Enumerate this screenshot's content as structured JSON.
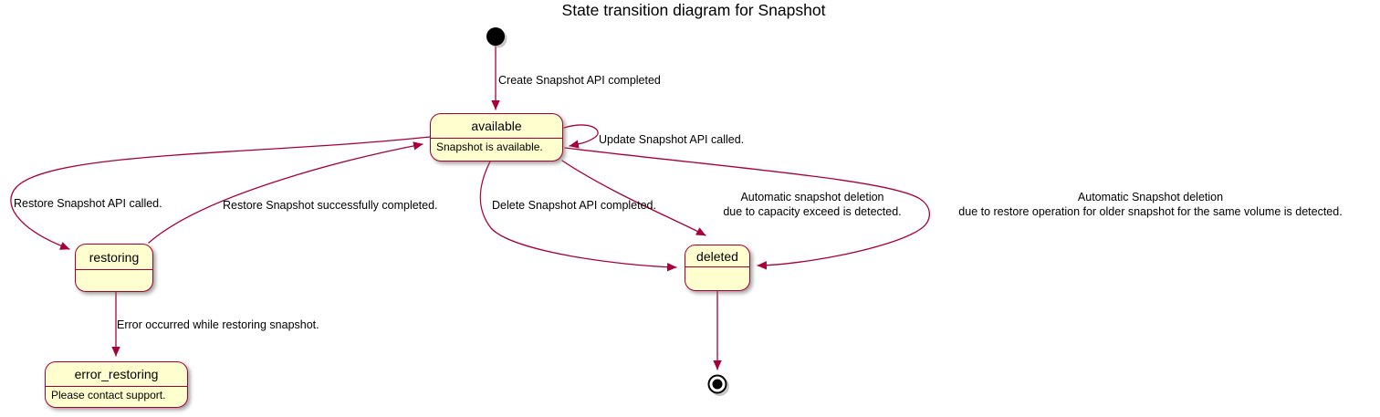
{
  "diagram": {
    "title": "State transition diagram for Snapshot"
  },
  "colors": {
    "state_fill": "#FEFECE",
    "state_border": "#A80036",
    "edge": "#A80036",
    "text": "#000000",
    "background": "#FFFFFF"
  },
  "states": {
    "available": {
      "name": "available",
      "description": "Snapshot is available."
    },
    "restoring": {
      "name": "restoring",
      "description": ""
    },
    "error_restoring": {
      "name": "error_restoring",
      "description": "Please contact support."
    },
    "deleted": {
      "name": "deleted",
      "description": ""
    }
  },
  "transitions": {
    "create": {
      "from": "initial",
      "to": "available",
      "label": "Create Snapshot API completed"
    },
    "update": {
      "from": "available",
      "to": "available",
      "label": "Update Snapshot API called."
    },
    "restore_called": {
      "from": "available",
      "to": "restoring",
      "label": "Restore Snapshot API called."
    },
    "restore_completed": {
      "from": "restoring",
      "to": "available",
      "label": "Restore Snapshot successfully completed."
    },
    "error_occurred": {
      "from": "restoring",
      "to": "error_restoring",
      "label": "Error occurred while restoring snapshot."
    },
    "delete_completed": {
      "from": "available",
      "to": "deleted",
      "label": "Delete Snapshot API completed."
    },
    "capacity": {
      "from": "available",
      "to": "deleted",
      "label": "Automatic snapshot deletion\ndue to capacity exceed is detected."
    },
    "restore_older": {
      "from": "available",
      "to": "deleted",
      "label": "Automatic Snapshot deletion\ndue to restore operation for older snapshot for the same volume is detected."
    },
    "end": {
      "from": "deleted",
      "to": "final",
      "label": ""
    }
  }
}
